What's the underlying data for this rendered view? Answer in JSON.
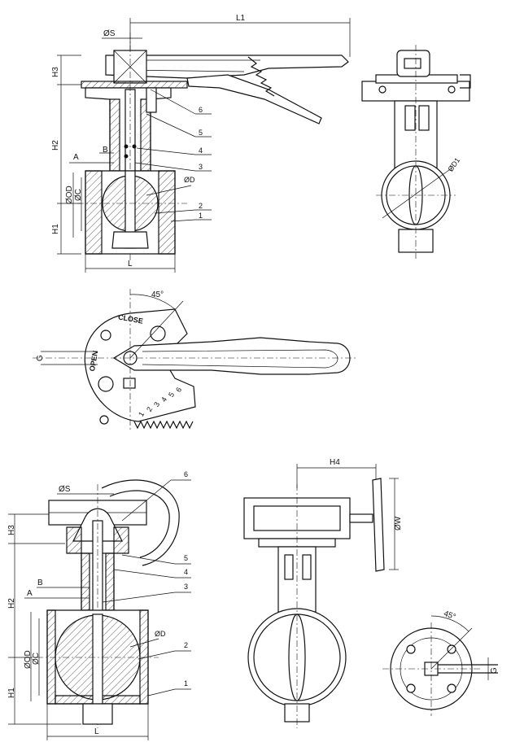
{
  "view_top_left": {
    "dims": {
      "L1": "L1",
      "S": "ØS",
      "H3": "H3",
      "H2": "H2",
      "H1": "H1",
      "A": "A",
      "B": "B",
      "OD": "ØOD",
      "C": "ØC",
      "D": "ØD",
      "L": "L"
    },
    "parts": [
      "1",
      "2",
      "3",
      "4",
      "5",
      "6"
    ]
  },
  "view_top_right": {
    "D1": "ØD1"
  },
  "view_middle": {
    "angle": "45°",
    "close": "CLOSE",
    "open": "OPEN",
    "G": "G",
    "scale": [
      "1",
      "2",
      "3",
      "4",
      "5",
      "6"
    ]
  },
  "view_bottom_left": {
    "dims": {
      "S": "ØS",
      "H3": "H3",
      "H2": "H2",
      "H1": "H1",
      "A": "A",
      "B": "B",
      "OD": "ØOD",
      "C": "ØC",
      "D": "ØD",
      "L": "L"
    },
    "parts": [
      "6",
      "5",
      "4",
      "3",
      "2",
      "1"
    ]
  },
  "view_bottom_mid": {
    "H4": "H4",
    "W": "ØW"
  },
  "view_bottom_right": {
    "angle": "45°",
    "G": "G"
  }
}
